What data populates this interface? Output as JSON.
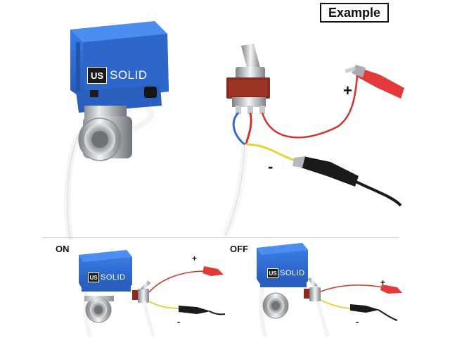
{
  "badge": {
    "label": "Example"
  },
  "brand": {
    "mark": "US",
    "name": "SOLID"
  },
  "main": {
    "plus_label": "+",
    "minus_label": "-"
  },
  "panels": [
    {
      "state_label": "ON",
      "plus_label": "+",
      "minus_label": "-"
    },
    {
      "state_label": "OFF",
      "plus_label": "+",
      "minus_label": "-"
    }
  ],
  "colors": {
    "actuator_blue": "#2f6fd6",
    "wire_red": "#d6322c",
    "wire_blue": "#2f6bd0",
    "wire_yellow": "#e8d23a",
    "clip_red": "#e23a3a",
    "clip_black": "#1a1a1a",
    "switch_body": "#8b2a1e"
  }
}
